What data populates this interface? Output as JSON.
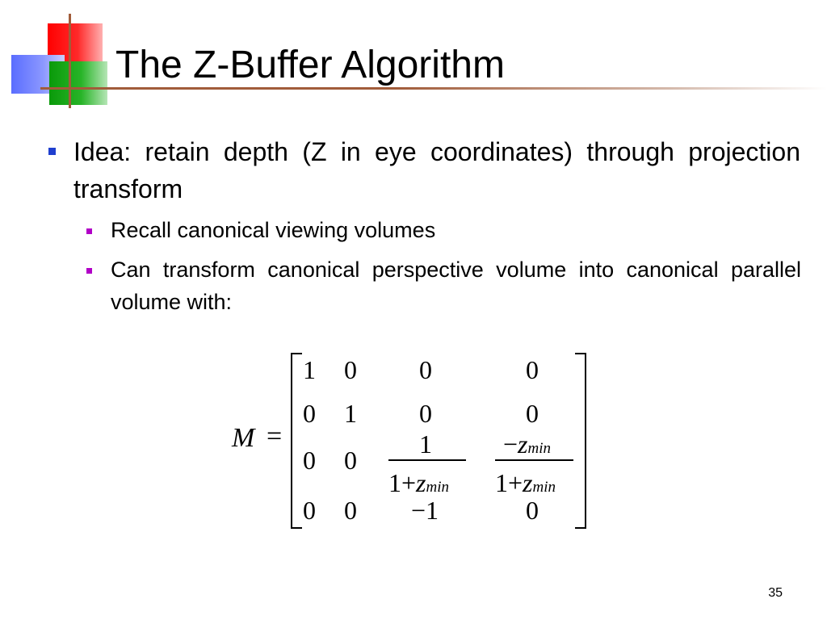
{
  "slide": {
    "title": "The Z-Buffer Algorithm",
    "bullet_1": "Idea: retain depth (Z in eye coordinates) through projection transform",
    "sub_bullet_1": "Recall canonical viewing volumes",
    "sub_bullet_2": "Can transform canonical perspective volume into canonical parallel volume with:",
    "page_number": "35"
  },
  "matrix": {
    "label": "M",
    "equals": "=",
    "row1": [
      "1",
      "0",
      "0",
      "0"
    ],
    "row2": [
      "0",
      "1",
      "0",
      "0"
    ],
    "row3": [
      "0",
      "0"
    ],
    "row4": [
      "0",
      "0",
      "−1",
      "0"
    ],
    "frac1": {
      "numerator": "1",
      "den_prefix": "1+",
      "den_var": "z",
      "den_sub": "min"
    },
    "frac2": {
      "num_prefix": "−",
      "num_var": "z",
      "num_sub": "min",
      "den_prefix": "1+",
      "den_var": "z",
      "den_sub": "min"
    }
  },
  "colors": {
    "bullet_level1": "#1f3fcf",
    "bullet_level2": "#b100c7",
    "rule_line": "#a15c3a"
  }
}
